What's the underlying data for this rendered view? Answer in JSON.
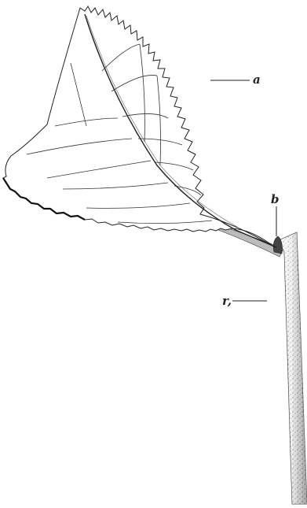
{
  "labels": {
    "a": "a",
    "b": "b",
    "c": "r,"
  }
}
